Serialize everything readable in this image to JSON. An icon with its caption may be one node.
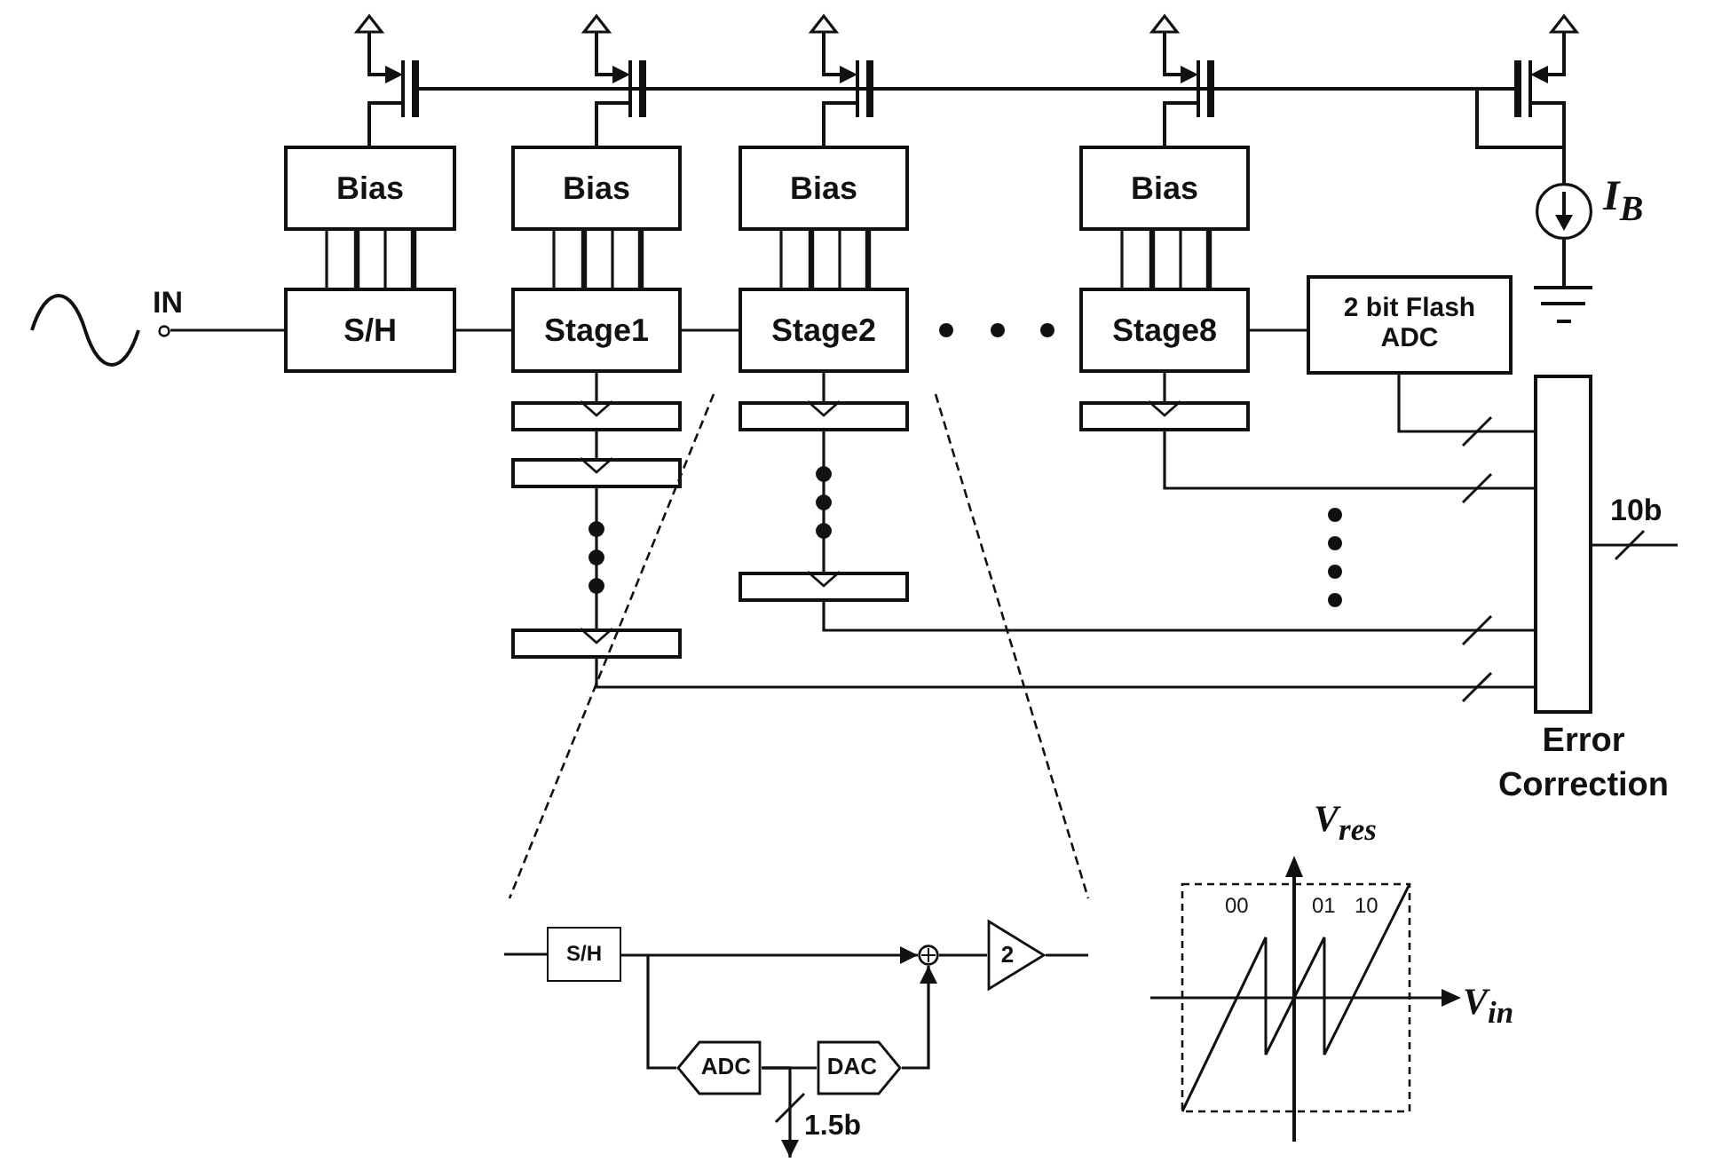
{
  "diagram": {
    "nodes": [
      {
        "text": [
          "Bias"
        ]
      },
      {
        "text": [
          "Bias"
        ]
      },
      {
        "text": [
          "Bias"
        ]
      },
      {
        "text": [
          "Bias"
        ]
      },
      {
        "text": [],
        "shape": "circle",
        "beside": [
          "IN"
        ]
      },
      {
        "text": [
          "S/H"
        ]
      },
      {
        "text": [
          "Stage1"
        ]
      },
      {
        "text": [
          "Stage2"
        ]
      },
      {
        "text": [
          "Stage8"
        ]
      },
      {
        "text": [
          "2 bit Flash ADC"
        ]
      },
      {
        "text": [],
        "shape": "circle",
        "beside": [
          "I$_{B}$"
        ]
      },
      {
        "text": [
          "Error Correction"
        ]
      },
      {
        "text": [],
        "shape": "box"
      },
      {
        "text": [],
        "shape": "box"
      },
      {
        "text": [],
        "shape": "box"
      },
      {
        "text": [],
        "shape": "box"
      },
      {
        "text": [],
        "shape": "box"
      },
      {
        "text": [],
        "shape": "box"
      },
      {
        "text": [
          "S/H"
        ]
      },
      {
        "text": [],
        "shape": "circle"
      },
      {
        "text": [
          "2"
        ]
      },
      {
        "text": [
          "ADC"
        ]
      },
      {
        "text": [
          "DAC"
        ]
      }
    ],
    "edges": [
      {
        "from": 0,
        "to": 5,
        "arrow": "none"
      },
      {
        "from": 0,
        "to": 5,
        "arrow": "none",
        "style": "thick"
      },
      {
        "from": 0,
        "to": 5,
        "arrow": "none"
      },
      {
        "from": 0,
        "to": 5,
        "arrow": "none",
        "style": "thick"
      },
      {
        "from": 1,
        "to": 6,
        "arrow": "none"
      },
      {
        "from": 1,
        "to": 6,
        "arrow": "none",
        "style": "thick"
      },
      {
        "from": 1,
        "to": 6,
        "arrow": "none"
      },
      {
        "from": 1,
        "to": 6,
        "arrow": "none",
        "style": "thick"
      },
      {
        "from": 2,
        "to": 7,
        "arrow": "none"
      },
      {
        "from": 2,
        "to": 7,
        "arrow": "none",
        "style": "thick"
      },
      {
        "from": 2,
        "to": 7,
        "arrow": "none"
      },
      {
        "from": 2,
        "to": 7,
        "arrow": "none",
        "style": "thick"
      },
      {
        "from": 3,
        "to": 8,
        "arrow": "none"
      },
      {
        "from": 3,
        "to": 8,
        "arrow": "none",
        "style": "thick"
      },
      {
        "from": 3,
        "to": 8,
        "arrow": "none"
      },
      {
        "from": 3,
        "to": 8,
        "arrow": "none",
        "style": "thick"
      },
      {
        "from": 4,
        "to": 5,
        "arrow": "none"
      },
      {
        "from": 5,
        "to": 6,
        "arrow": "none"
      },
      {
        "from": 6,
        "to": 7,
        "arrow": "none"
      },
      {
        "from": 8,
        "to": 9,
        "arrow": "none"
      },
      {
        "from": 6,
        "to": 12,
        "arrow": "to"
      },
      {
        "from": 12,
        "to": 15,
        "arrow": "to"
      },
      {
        "from": 15,
        "to": 17,
        "arrow": "to"
      },
      {
        "from": 7,
        "to": 13,
        "arrow": "to"
      },
      {
        "from": 13,
        "to": 16,
        "arrow": "to"
      },
      {
        "from": 8,
        "to": 14,
        "arrow": "to"
      },
      {
        "from": 9,
        "to": 11,
        "arrow": "none"
      },
      {
        "from": 14,
        "to": 11,
        "arrow": "none"
      },
      {
        "from": 16,
        "to": 11,
        "arrow": "none"
      },
      {
        "from": 17,
        "to": 11,
        "arrow": "none"
      },
      {
        "from": 11,
        "to": null,
        "arrow": "none",
        "label": "10b"
      },
      {
        "from": null,
        "to": 18,
        "arrow": "none"
      },
      {
        "from": 18,
        "to": 19,
        "arrow": "to"
      },
      {
        "from": 18,
        "to": 21,
        "arrow": "none"
      },
      {
        "from": 21,
        "to": 22,
        "arrow": "none"
      },
      {
        "from": 22,
        "to": 19,
        "arrow": "to"
      },
      {
        "from": 19,
        "to": 20,
        "arrow": "none"
      },
      {
        "from": 20,
        "to": null,
        "arrow": "none"
      },
      {
        "from": 21,
        "to": null,
        "arrow": "to",
        "label": "1.5b"
      }
    ],
    "labels": [
      "V$_{res}$",
      "00",
      "01",
      "10",
      "V$_{in}$"
    ]
  }
}
